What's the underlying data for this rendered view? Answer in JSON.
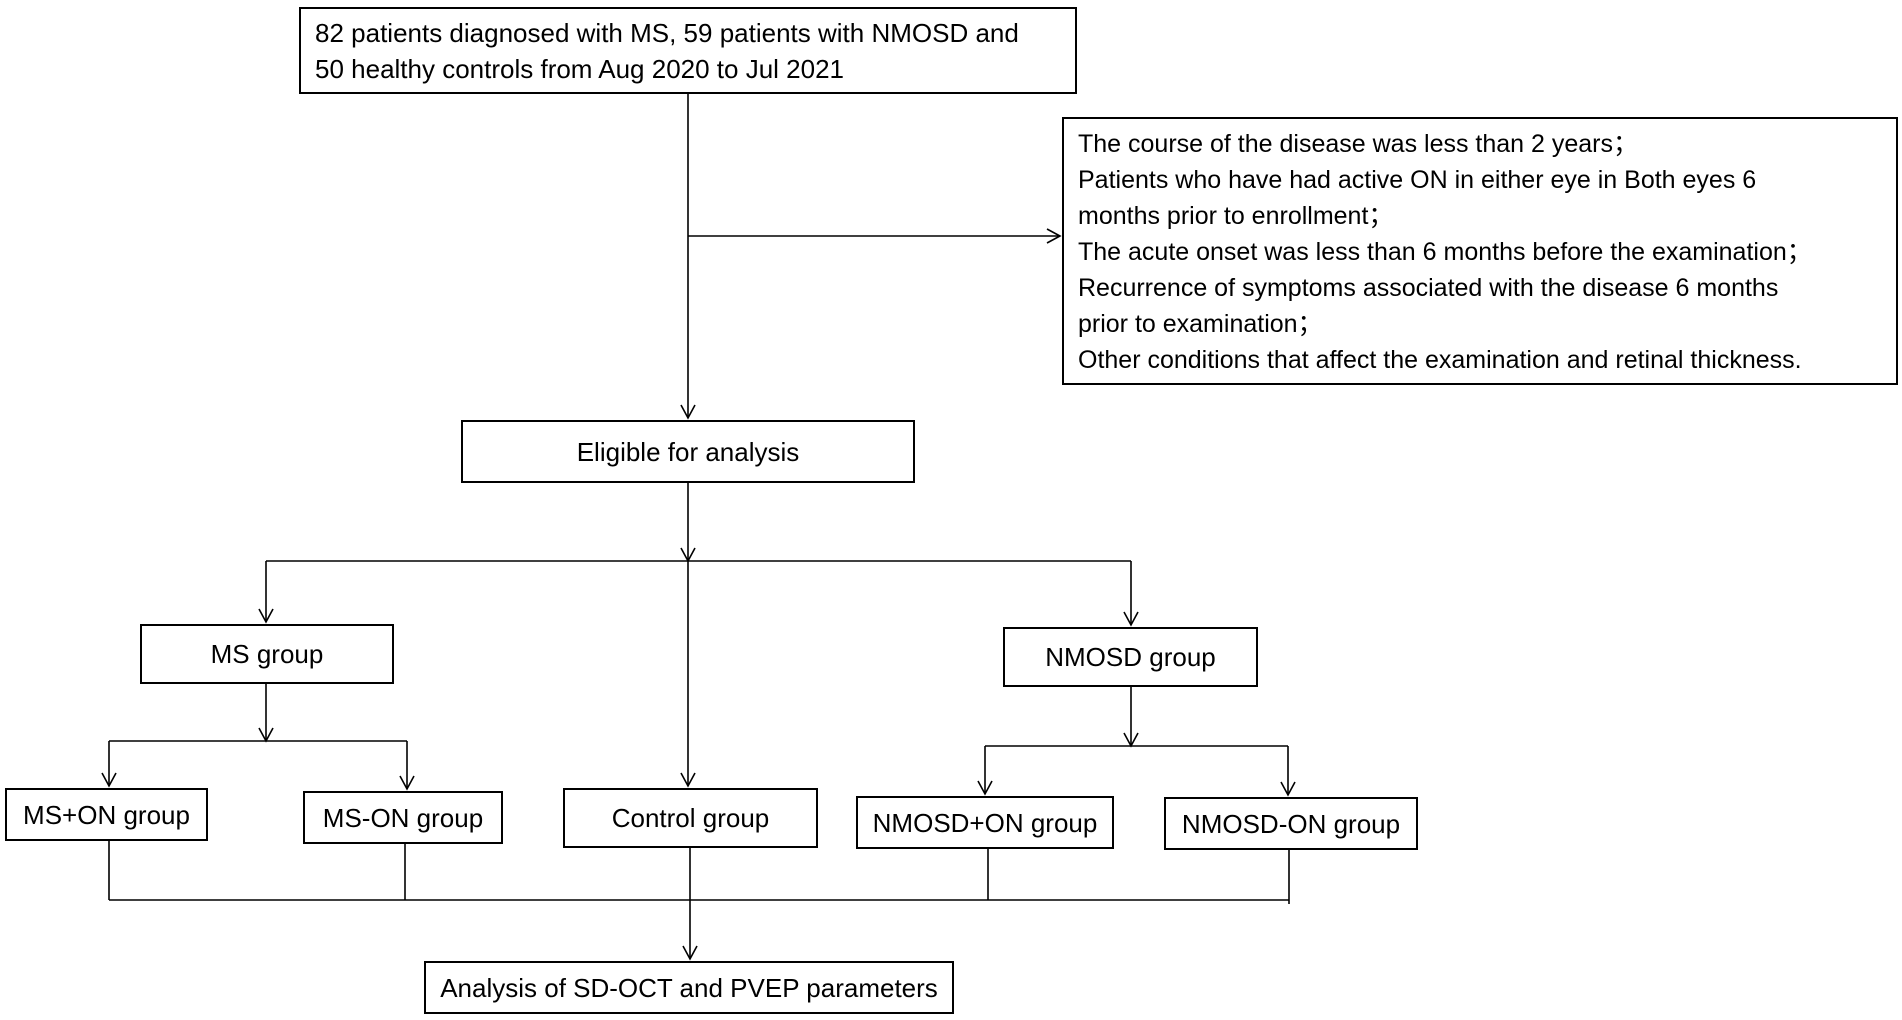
{
  "flowchart": {
    "source_box": {
      "lines": [
        "82 patients diagnosed with MS, 59 patients with NMOSD and",
        "50 healthy controls from Aug 2020 to Jul 2021"
      ]
    },
    "exclusion_box": {
      "lines": [
        "The course of the disease was less than 2 years；",
        "Patients who have had active ON in either eye in Both eyes 6",
        "months prior to enrollment；",
        "The acute onset was less than 6 months before the examination；",
        "Recurrence of symptoms associated with the disease 6 months",
        "prior to examination；",
        "Other conditions that affect the examination and retinal thickness."
      ]
    },
    "eligible_box": {
      "label": "Eligible for analysis"
    },
    "ms_group_box": {
      "label": "MS group"
    },
    "nmosd_group_box": {
      "label": "NMOSD group"
    },
    "ms_on_box": {
      "label": "MS+ON group"
    },
    "ms_minus_on_box": {
      "label": "MS-ON group"
    },
    "control_box": {
      "label": "Control group"
    },
    "nmosd_on_box": {
      "label": "NMOSD+ON group"
    },
    "nmosd_minus_on_box": {
      "label": "NMOSD-ON group"
    },
    "analysis_box": {
      "label": "Analysis of SD-OCT and PVEP parameters"
    }
  }
}
